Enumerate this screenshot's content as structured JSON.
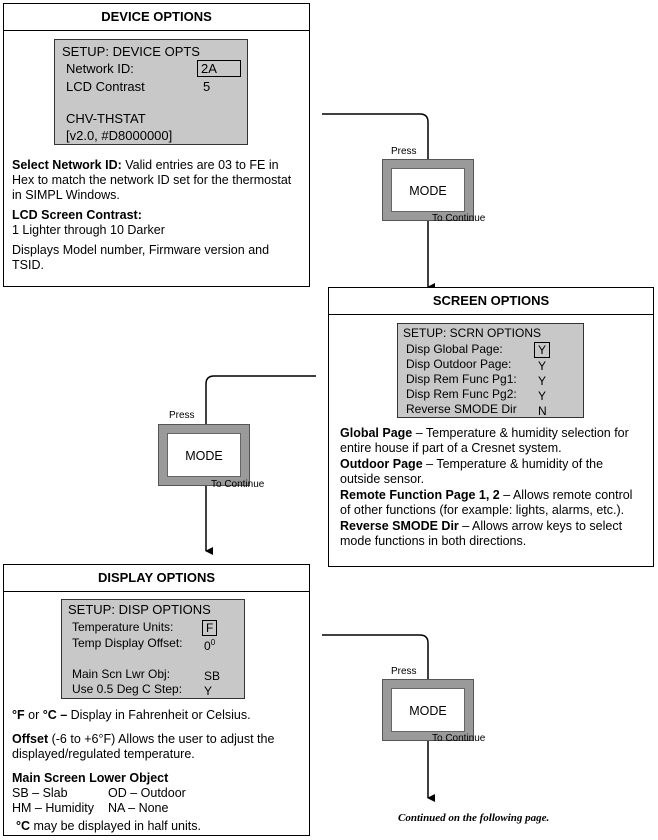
{
  "device": {
    "title": "DEVICE OPTIONS",
    "lcd": {
      "header": "SETUP: DEVICE OPTS",
      "network_label": "Network ID:",
      "network_value": "2A",
      "contrast_label": "LCD Contrast",
      "contrast_value": "5",
      "model": "CHV-THSTAT",
      "firmware": "[v2.0, #D8000000]"
    },
    "network_heading": "Select Network ID:",
    "network_text": " Valid entries are 03 to FE in Hex to match the network ID set for the thermostat in SIMPL Windows.",
    "contrast_heading": "LCD Screen Contrast:",
    "contrast_text": "1 Lighter through 10 Darker",
    "display_text": "Displays Model number, Firmware version and TSID."
  },
  "screen": {
    "title": "SCREEN OPTIONS",
    "lcd": {
      "header": "SETUP:  SCRN OPTIONS",
      "rows": [
        {
          "label": "Disp Global Page:",
          "value": "Y"
        },
        {
          "label": "Disp Outdoor Page:",
          "value": "Y"
        },
        {
          "label": "Disp Rem Func Pg1:",
          "value": "Y"
        },
        {
          "label": "Disp Rem Func Pg2:",
          "value": "Y"
        },
        {
          "label": "Reverse SMODE Dir",
          "value": "N"
        }
      ]
    },
    "items": [
      {
        "heading": "Global Page",
        "text": " – Temperature & humidity selection for entire house if part of a Cresnet system."
      },
      {
        "heading": "Outdoor Page",
        "text": " – Temperature & humidity of the outside sensor."
      },
      {
        "heading": "Remote Function Page 1, 2",
        "text": " – Allows remote control of other functions (for example: lights, alarms, etc.)."
      },
      {
        "heading": "Reverse SMODE Dir",
        "text": " – Allows arrow keys to select mode functions in both directions."
      }
    ]
  },
  "display": {
    "title": "DISPLAY OPTIONS",
    "lcd": {
      "header": "SETUP: DISP OPTIONS",
      "units_label": "Temperature Units:",
      "units_value": "F",
      "offset_label": "Temp Display Offset:",
      "offset_value": "0",
      "offset_sup": "0",
      "lower_label": "Main Scn Lwr Obj:",
      "lower_value": "SB",
      "step_label": "Use 0.5 Deg C Step:",
      "step_value": "Y"
    },
    "units_heading_f": "°F",
    "units_or": " or ",
    "units_heading_c": "°C –",
    "units_text": " Display in Fahrenheit or Celsius.",
    "offset_heading": "Offset",
    "offset_text": " (-6 to +6°F) Allows the user to adjust the displayed/regulated temperature.",
    "lower_heading": "Main Screen Lower Object",
    "lower_sb": "SB – Slab",
    "lower_od": "OD – Outdoor",
    "lower_hm": "HM – Humidity",
    "lower_na": "NA – None",
    "half_heading": "°C",
    "half_text": " may be displayed in half units."
  },
  "buttons": {
    "press": "Press",
    "mode": "MODE",
    "continue": "To Continue"
  },
  "footer": "Continued on the following page."
}
